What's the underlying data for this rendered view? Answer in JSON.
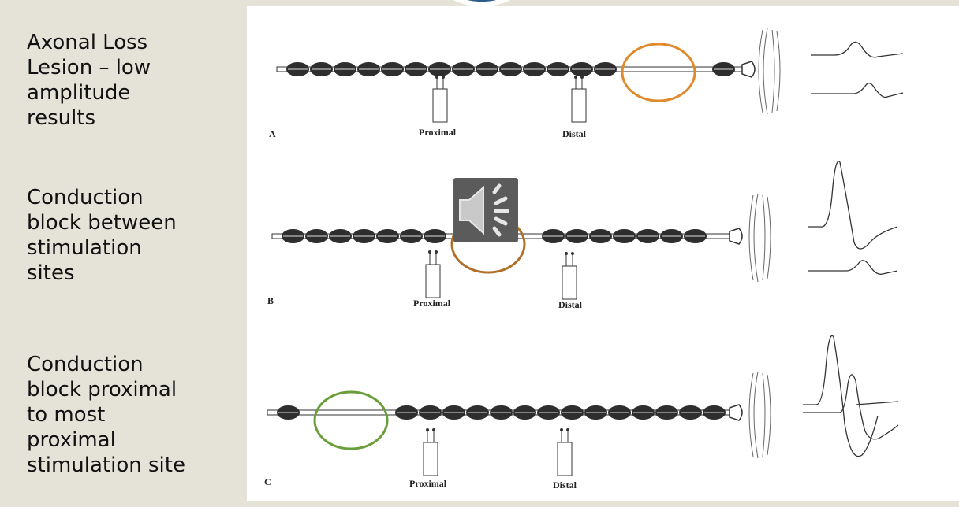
{
  "captions": {
    "a": "Axonal Loss\nLesion – low\namplitude\nresults",
    "b": "Conduction\nblock between\nstimulation\nsites",
    "c": "Conduction\nblock proximal\nto most\nproximal\nstimulation site"
  },
  "panels": [
    {
      "letter": "A",
      "proximal_label": "Proximal",
      "distal_label": "Distal",
      "lesion_color": "#e08a2c"
    },
    {
      "letter": "B",
      "proximal_label": "Proximal",
      "distal_label": "Distal",
      "lesion_color": "#b0702a"
    },
    {
      "letter": "C",
      "proximal_label": "Proximal",
      "distal_label": "Distal",
      "lesion_color": "#6a9e3a"
    }
  ],
  "icons": {
    "audio": "speaker-icon",
    "logo": "logo-icon"
  },
  "colors": {
    "background": "#e5e2d8",
    "figure": "#ffffff",
    "axon": "#333333"
  }
}
